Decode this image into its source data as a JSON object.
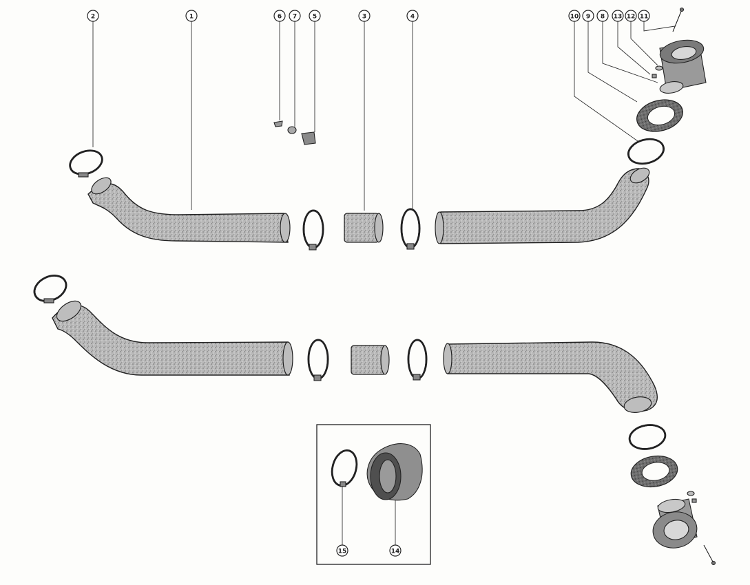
{
  "callouts": [
    {
      "id": "c2",
      "label": "2"
    },
    {
      "id": "c1",
      "label": "1"
    },
    {
      "id": "c6",
      "label": "6"
    },
    {
      "id": "c7",
      "label": "7"
    },
    {
      "id": "c5",
      "label": "5"
    },
    {
      "id": "c3",
      "label": "3"
    },
    {
      "id": "c4",
      "label": "4"
    },
    {
      "id": "c10",
      "label": "10"
    },
    {
      "id": "c9",
      "label": "9"
    },
    {
      "id": "c8",
      "label": "8"
    },
    {
      "id": "c13",
      "label": "13"
    },
    {
      "id": "c12",
      "label": "12"
    },
    {
      "id": "c11",
      "label": "11"
    },
    {
      "id": "c15",
      "label": "15"
    },
    {
      "id": "c14",
      "label": "14"
    }
  ]
}
